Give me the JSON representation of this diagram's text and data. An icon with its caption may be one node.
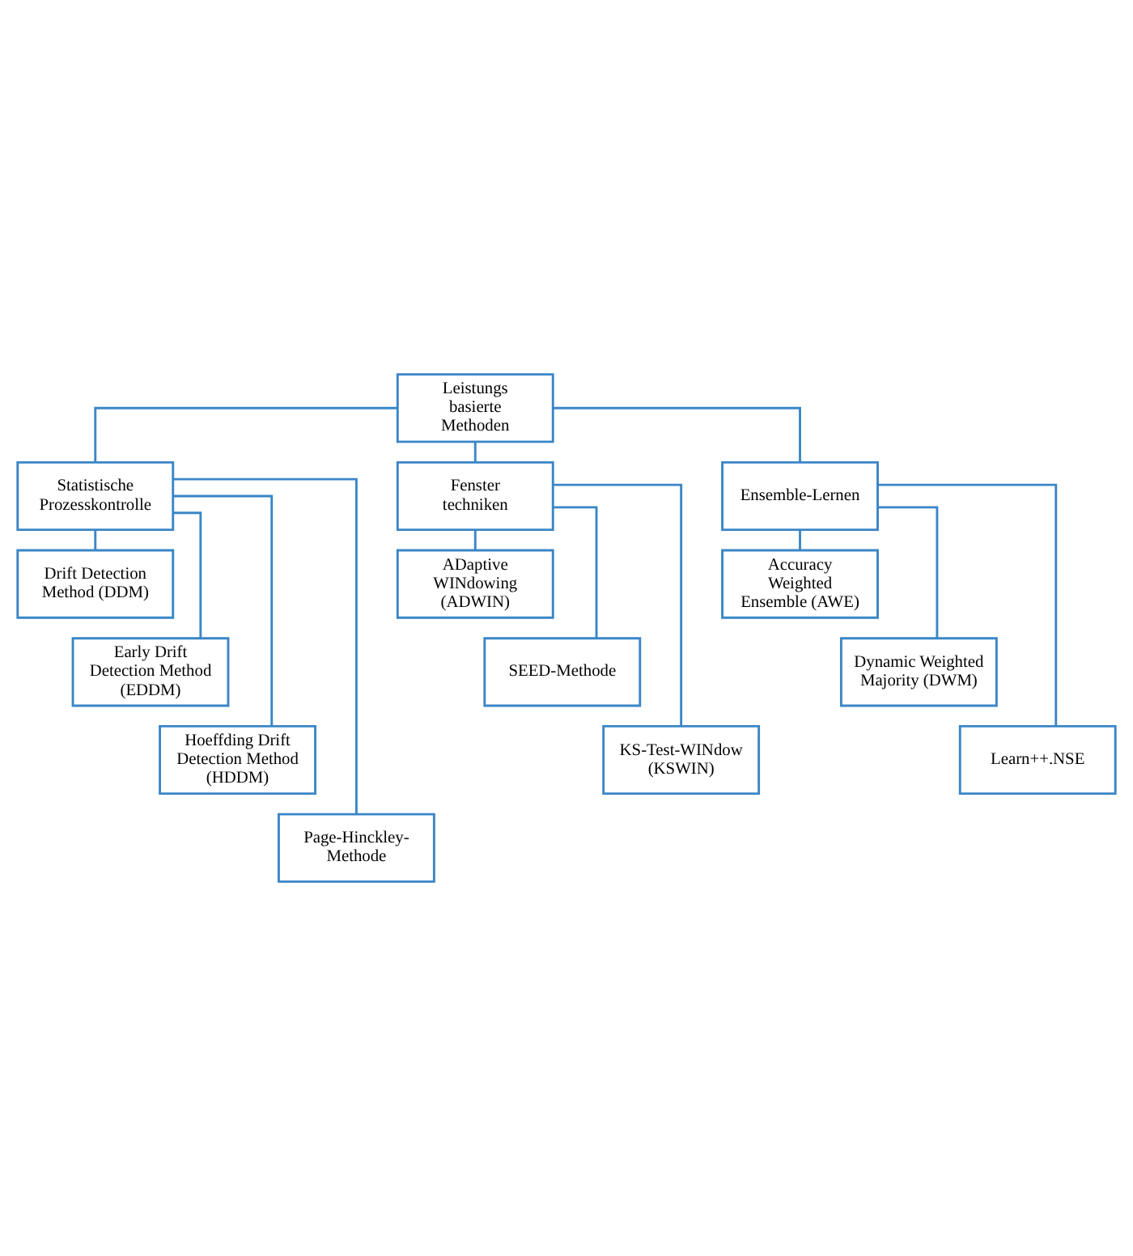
{
  "diagram": {
    "nodes": [
      {
        "text": [
          "Leistungs basierte Methoden"
        ]
      },
      {
        "text": [
          "Statistische Prozesskontrolle"
        ]
      },
      {
        "text": [
          "Fenster techniken"
        ]
      },
      {
        "text": [
          "Ensemble-Lernen"
        ]
      },
      {
        "text": [
          "Drift Detection Method (DDM)"
        ]
      },
      {
        "text": [
          "Early Drift Detection Method (EDDM)"
        ]
      },
      {
        "text": [
          "Hoeffding Drift Detection Method (HDDM)"
        ]
      },
      {
        "text": [
          "Page-Hinckley-Methode"
        ]
      },
      {
        "text": [
          "ADaptive WINdowing (ADWIN)"
        ]
      },
      {
        "text": [
          "SEED-Methode"
        ]
      },
      {
        "text": [
          "KS-Test-WINdow (KSWIN)"
        ]
      },
      {
        "text": [
          "Accuracy Weighted Ensemble (AWE)"
        ]
      },
      {
        "text": [
          "Dynamic Weighted Majority (DWM)"
        ]
      },
      {
        "text": [
          "Learn++.NSE"
        ]
      }
    ],
    "edges": [
      {
        "from": 0,
        "to": 1,
        "arrow": "none"
      },
      {
        "from": 0,
        "to": 2,
        "arrow": "none"
      },
      {
        "from": 0,
        "to": 3,
        "arrow": "none"
      },
      {
        "from": 1,
        "to": 4,
        "arrow": "none"
      },
      {
        "from": 1,
        "to": 5,
        "arrow": "none"
      },
      {
        "from": 1,
        "to": 6,
        "arrow": "none"
      },
      {
        "from": 1,
        "to": 7,
        "arrow": "none"
      },
      {
        "from": 2,
        "to": 8,
        "arrow": "none"
      },
      {
        "from": 2,
        "to": 9,
        "arrow": "none"
      },
      {
        "from": 2,
        "to": 10,
        "arrow": "none"
      },
      {
        "from": 3,
        "to": 11,
        "arrow": "none"
      },
      {
        "from": 3,
        "to": 12,
        "arrow": "none"
      },
      {
        "from": 3,
        "to": 13,
        "arrow": "none"
      }
    ]
  }
}
